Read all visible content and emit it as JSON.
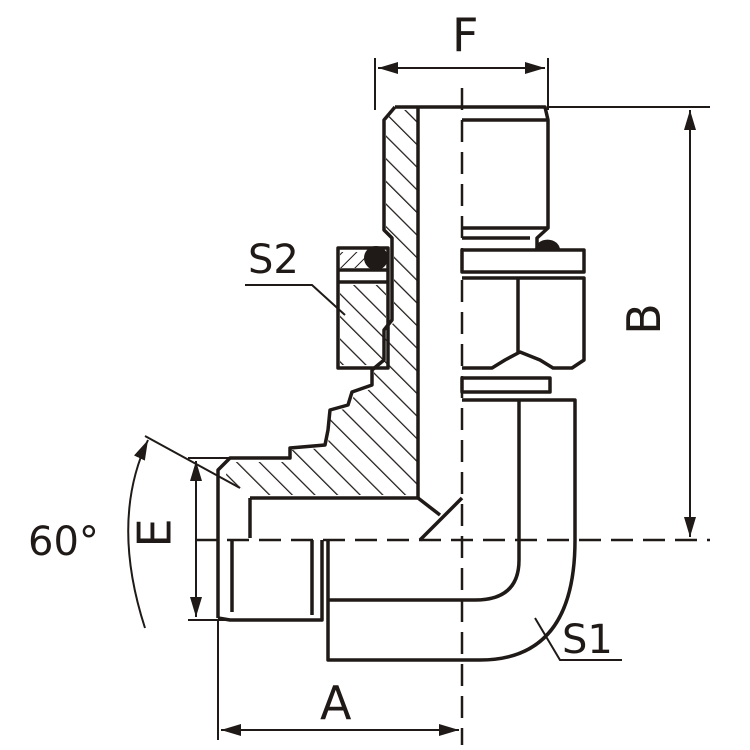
{
  "drawing": {
    "title": "90° elbow fitting with adjustable stud end — technical drawing",
    "stroke_color": "#1f1a17",
    "background": "#ffffff"
  },
  "labels": {
    "F": "F",
    "B": "B",
    "A": "A",
    "E": "E",
    "S1": "S1",
    "S2": "S2",
    "angle": "60°"
  }
}
